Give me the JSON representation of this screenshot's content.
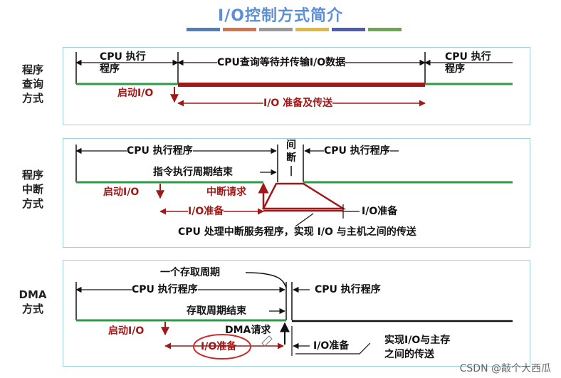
{
  "title": "I/O控制方式简介",
  "color_bar": [
    "#4f7fb8",
    "#d2734a",
    "#9a9a9a",
    "#e0b83a",
    "#4d5bb0",
    "#6aa84f"
  ],
  "colors": {
    "line_green": "#2e9a4a",
    "line_red": "#a01818",
    "panel_border": "#9ecfe0"
  },
  "program_query": {
    "side_label": "程序\n查询\n方式",
    "cpu_exec_left": "CPU 执行\n程序",
    "cpu_wait": "CPU查询等待并传输I/O数据",
    "cpu_exec_right": "CPU  执行\n程序",
    "start_io": "启动I/O",
    "io_prepare_transfer": "I/O 准备及传送"
  },
  "program_interrupt": {
    "side_label": "程序\n中断\n方式",
    "cpu_exec_left": "CPU  执行程序",
    "interrupt": "间\n断\n|",
    "cpu_exec_right": "CPU  执行程序",
    "instr_cycle_end": "指令执行周期结束",
    "start_io": "启动I/O",
    "interrupt_request": "中断请求",
    "io_prepare_left": "I/O准备",
    "io_prepare_right": "I/O准备",
    "cpu_service": "CPU 处理中断服务程序，实现 I/O 与主机之间的传送"
  },
  "dma": {
    "side_label": "DMA\n方式",
    "one_access_cycle": "一个存取周期",
    "cpu_exec_left": "CPU  执行程序",
    "cpu_exec_right": "CPU  执行程序",
    "access_cycle_end": "存取周期结束",
    "start_io": "启动I/O",
    "dma_request": "DMA请求",
    "io_prepare_left": "I/O准备",
    "io_prepare_right": "I/O准备",
    "transfer_note": "实现I/O与主存\n之间的传送"
  },
  "credit": "CSDN @敲个大西瓜"
}
